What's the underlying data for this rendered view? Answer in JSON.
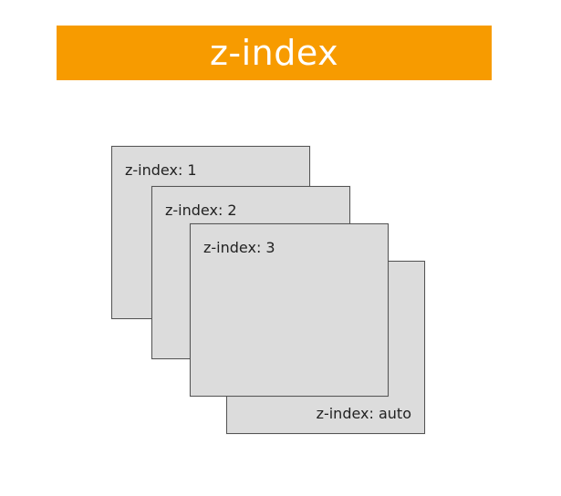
{
  "banner": {
    "title": "z-index"
  },
  "boxes": {
    "box_1": {
      "label": "z-index: 1"
    },
    "box_2": {
      "label": "z-index: 2"
    },
    "box_3": {
      "label": "z-index: 3"
    },
    "box_auto": {
      "label": "z-index: auto"
    }
  },
  "colors": {
    "banner_background": "#f79b00",
    "banner_text": "#ffffff",
    "box_fill": "#dcdcdc",
    "box_border": "#555555"
  }
}
